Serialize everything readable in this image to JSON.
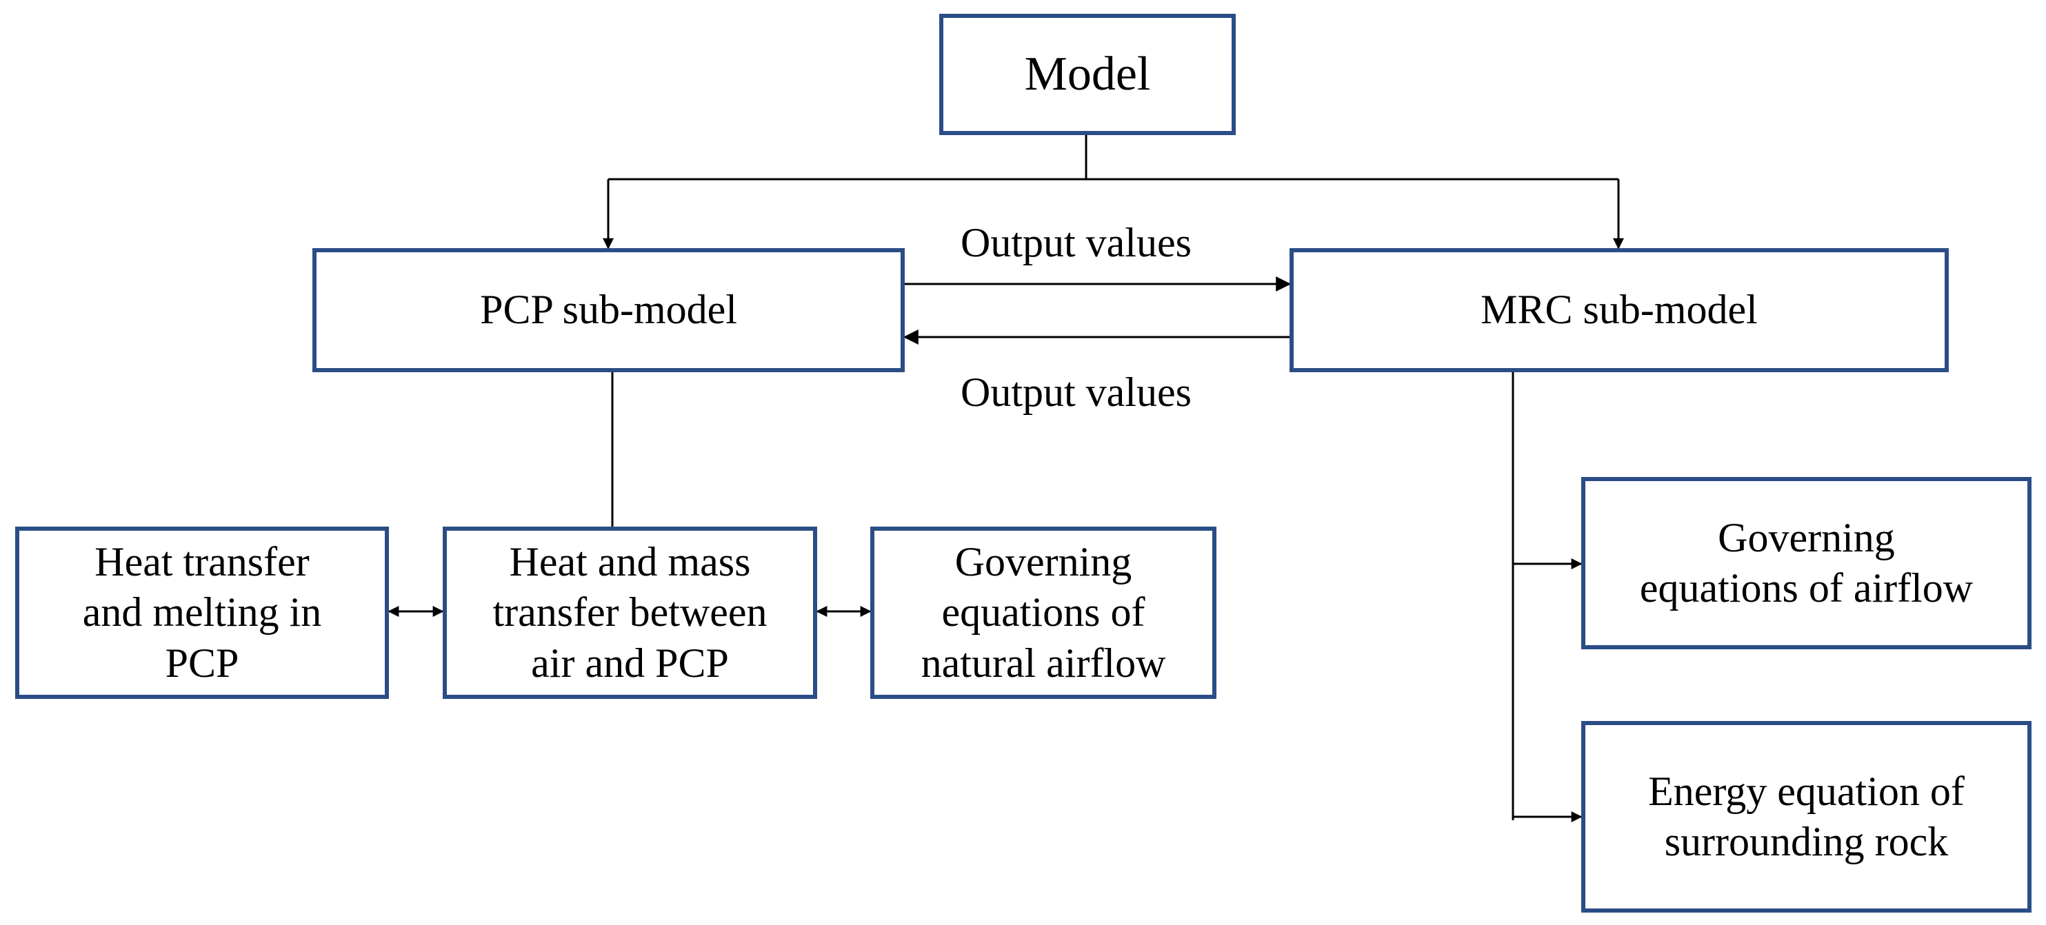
{
  "diagram": {
    "nodes": {
      "model": "Model",
      "pcp_sub_model": "PCP sub-model",
      "mrc_sub_model": "MRC  sub-model",
      "heat_transfer_melting": "Heat transfer\nand melting in\nPCP",
      "heat_mass_transfer": "Heat and mass\ntransfer between\nair and PCP",
      "governing_natural_airflow": "Governing\nequations of\nnatural airflow",
      "governing_airflow": "Governing\nequations of airflow",
      "energy_equation_rock": "Energy equation of\nsurrounding rock"
    },
    "edge_labels": {
      "pcp_to_mrc": "Output values",
      "mrc_to_pcp": "Output values"
    },
    "colors": {
      "box_border": "#2b4d86",
      "line": "#000000"
    }
  }
}
